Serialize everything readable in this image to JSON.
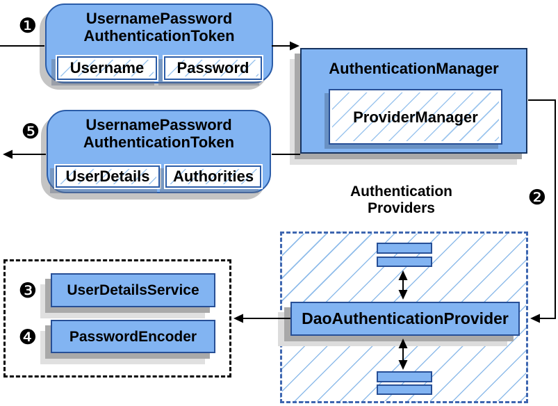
{
  "steps": {
    "one": "❶",
    "two": "❷",
    "three": "❸",
    "four": "❹",
    "five": "❺"
  },
  "request_token": {
    "title_line1": "UsernamePassword",
    "title_line2": "AuthenticationToken",
    "field1": "Username",
    "field2": "Password"
  },
  "authentication_manager": {
    "title": "AuthenticationManager",
    "provider_manager": "ProviderManager"
  },
  "result_token": {
    "title_line1": "UsernamePassword",
    "title_line2": "AuthenticationToken",
    "field1": "UserDetails",
    "field2": "Authorities"
  },
  "authentication_providers": {
    "heading_line1": "Authentication",
    "heading_line2": "Providers",
    "dao_provider": "DaoAuthenticationProvider"
  },
  "collaborators": {
    "user_details_service": "UserDetailsService",
    "password_encoder": "PasswordEncoder"
  },
  "colors": {
    "box_fill": "#82B4F2",
    "box_border": "#274F96",
    "box_border_dark": "#16335F",
    "hatch_line": "#8FBCEA",
    "providers_dash_border": "#3E66B0",
    "shadow_dark": "#A9A9A9",
    "shadow_light": "#E0E0E0"
  }
}
